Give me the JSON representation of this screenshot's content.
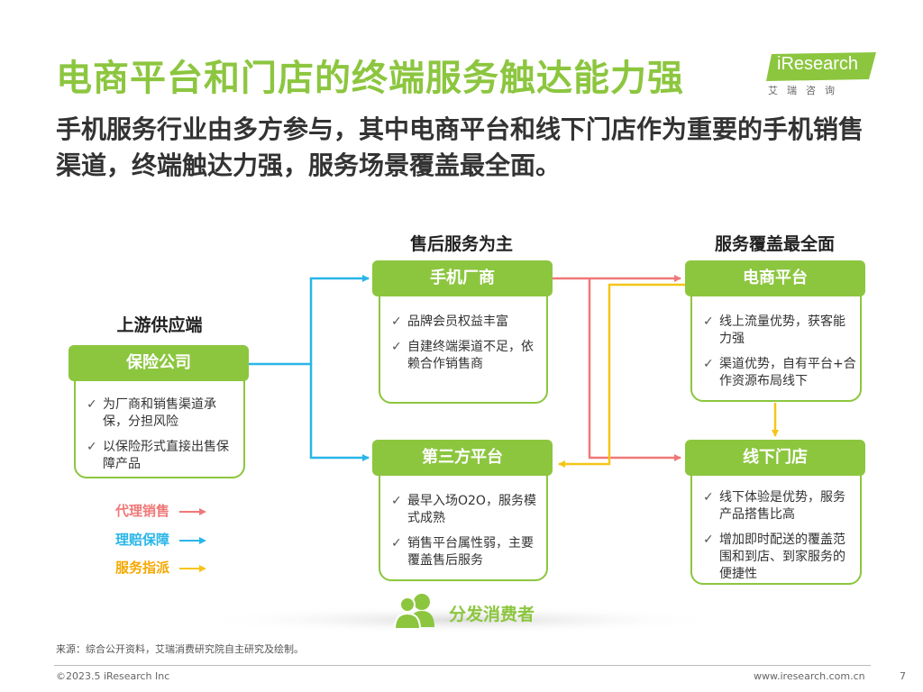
{
  "title": "电商平台和门店的终端服务触达能力强",
  "subtitle": "手机服务行业由多方参与，其中电商平台和线下门店作为重要的手机销售渠道，终端触达力强，服务场景覆盖最全面。",
  "logo": {
    "word": "iResearch",
    "sub": "艾瑞咨询"
  },
  "headings": {
    "upstream": "上游供应端",
    "after_sales": "售后服务为主",
    "coverage": "服务覆盖最全面"
  },
  "cards": {
    "insurance": {
      "title": "保险公司",
      "bullets": [
        "为厂商和销售渠道承保，分担风险",
        "以保险形式直接出售保障产品"
      ]
    },
    "manufacturer": {
      "title": "手机厂商",
      "bullets": [
        "品牌会员权益丰富",
        "自建终端渠道不足，依赖合作销售商"
      ]
    },
    "third_party": {
      "title": "第三方平台",
      "bullets": [
        "最早入场O2O，服务模式成熟",
        "销售平台属性弱，主要覆盖售后服务"
      ]
    },
    "ecommerce": {
      "title": "电商平台",
      "bullets": [
        "线上流量优势，获客能力强",
        "渠道优势，自有平台+合作资源布局线下"
      ]
    },
    "offline": {
      "title": "线下门店",
      "bullets": [
        "线下体验是优势，服务产品搭售比高",
        "增加即时配送的覆盖范围和到店、到家服务的便捷性"
      ]
    }
  },
  "legend": [
    {
      "label": "代理销售",
      "color": "#f07878"
    },
    {
      "label": "理赔保障",
      "color": "#29b6e8"
    },
    {
      "label": "服务指派",
      "color": "#f5c518"
    }
  ],
  "consumer": "分发消费者",
  "footer": {
    "source": "来源：综合公开资料，艾瑞消费研究院自主研究及绘制。",
    "copyright": "©2023.5 iResearch Inc",
    "url": "www.iresearch.com.cn",
    "page": "7"
  },
  "colors": {
    "accent": "#8cc63f",
    "sales": "#f07878",
    "claims": "#29b6e8",
    "dispatch": "#f5c518"
  }
}
